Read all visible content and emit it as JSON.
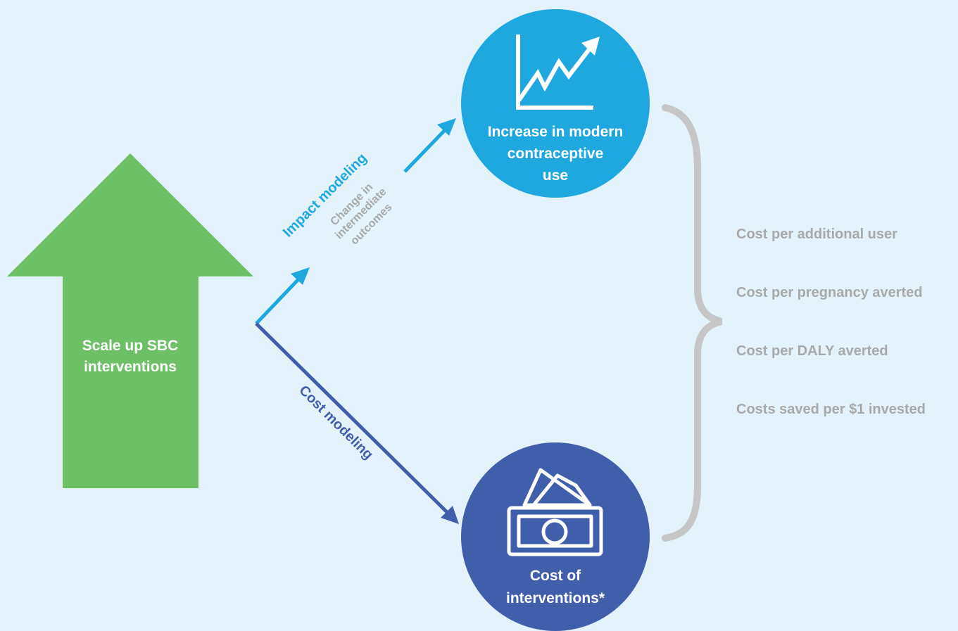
{
  "colors": {
    "background": "#e4f3fb",
    "green": "#6ec066",
    "light_blue": "#1fa8e0",
    "dark_blue": "#3f5faa",
    "gray": "#a9a9a9",
    "white": "#ffffff"
  },
  "source": {
    "label_line1": "Scale up SBC",
    "label_line2": "interventions"
  },
  "impact_branch": {
    "title": "Impact modeling",
    "subtitle_line1": "Change in",
    "subtitle_line2": "intermediate",
    "subtitle_line3": "outcomes"
  },
  "cost_branch": {
    "title": "Cost modeling"
  },
  "impact_node": {
    "icon": "line-chart-icon",
    "label_line1": "Increase in modern",
    "label_line2": "contraceptive",
    "label_line3": "use"
  },
  "cost_node": {
    "icon": "money-icon",
    "label_line1": "Cost of",
    "label_line2": "interventions*"
  },
  "outcomes": [
    "Cost per additional user",
    "Cost per pregnancy averted",
    "Cost per DALY averted",
    "Costs saved per $1 invested"
  ]
}
